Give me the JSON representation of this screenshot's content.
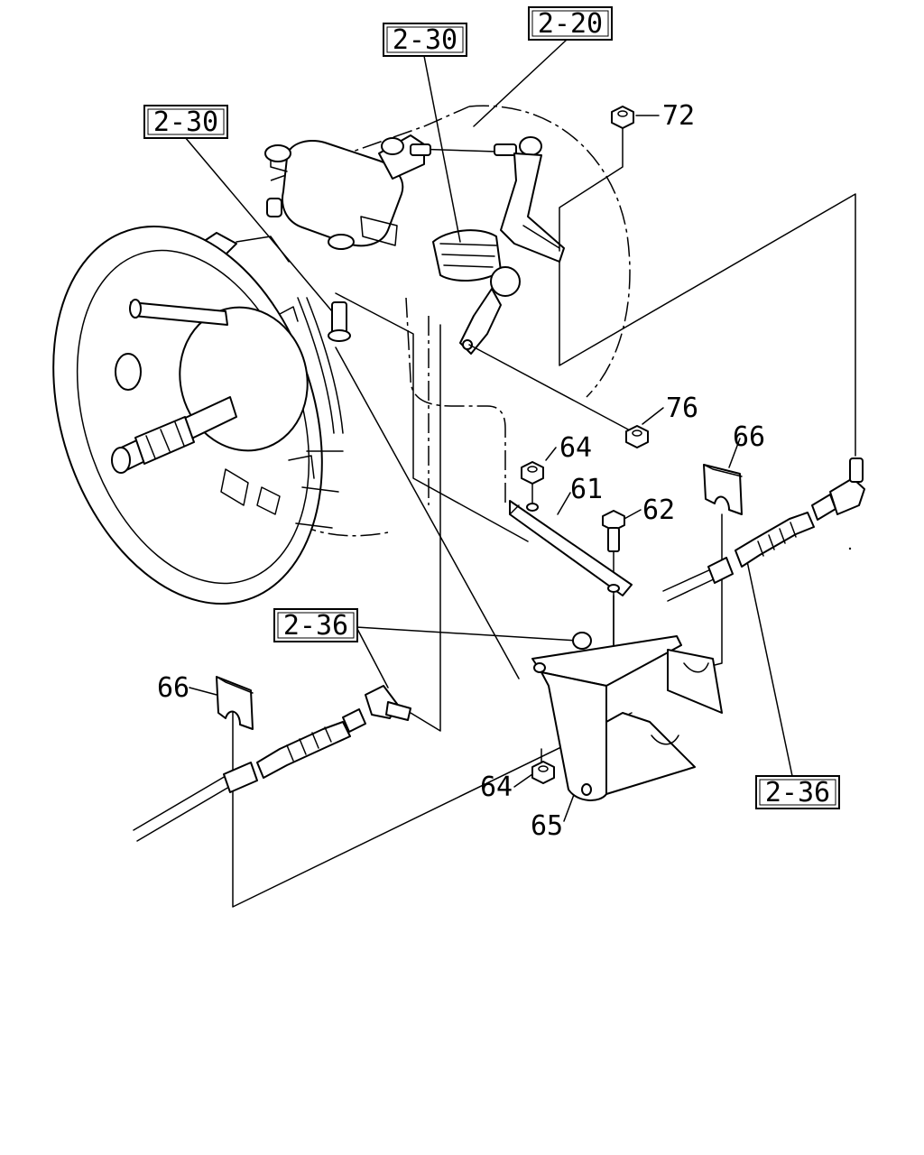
{
  "diagram": {
    "reference_boxes": [
      {
        "id": "ref_2_30_top",
        "label": "2-30"
      },
      {
        "id": "ref_2_20",
        "label": "2-20"
      },
      {
        "id": "ref_2_30_left",
        "label": "2-30"
      },
      {
        "id": "ref_2_36_left",
        "label": "2-36"
      },
      {
        "id": "ref_2_36_right",
        "label": "2-36"
      }
    ],
    "part_numbers": [
      {
        "id": "p72",
        "label": "72"
      },
      {
        "id": "p76",
        "label": "76"
      },
      {
        "id": "p64_top",
        "label": "64"
      },
      {
        "id": "p66_right",
        "label": "66"
      },
      {
        "id": "p61",
        "label": "61"
      },
      {
        "id": "p62",
        "label": "62"
      },
      {
        "id": "p66_left",
        "label": "66"
      },
      {
        "id": "p64_bottom",
        "label": "64"
      },
      {
        "id": "p65",
        "label": "65"
      }
    ]
  }
}
